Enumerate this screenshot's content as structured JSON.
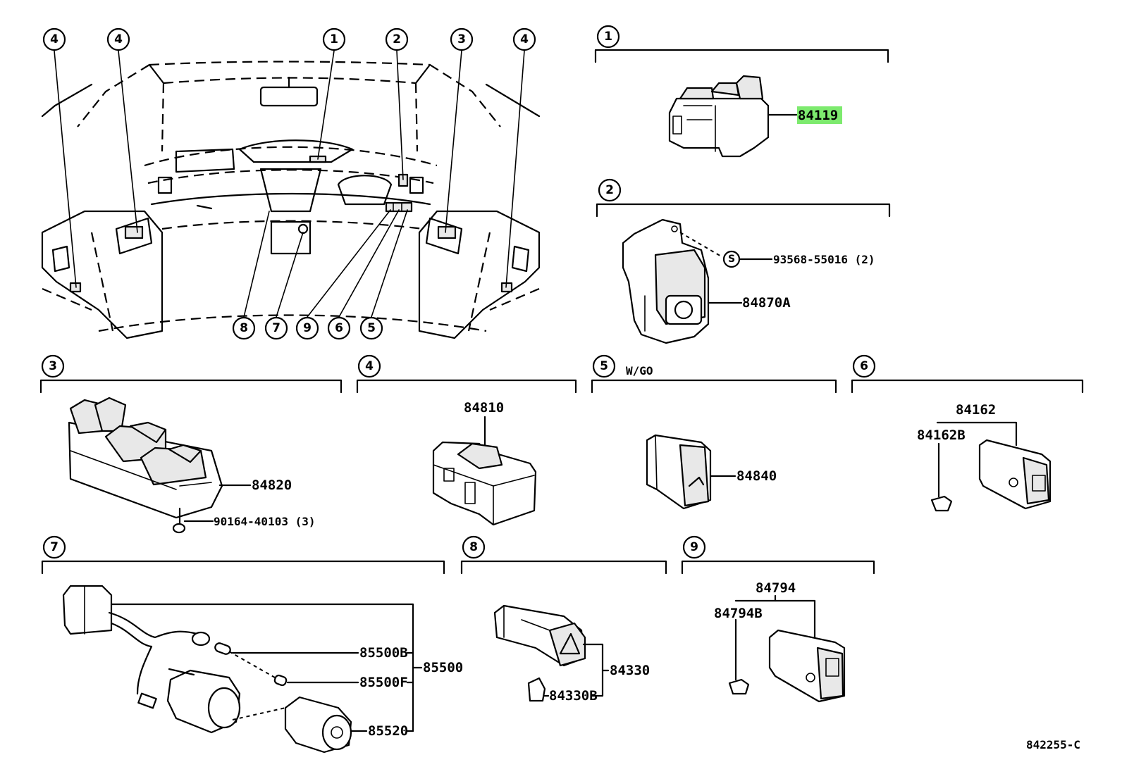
{
  "diagram": {
    "overview_callouts_top": [
      "4",
      "4",
      "1",
      "2",
      "3",
      "4"
    ],
    "overview_callouts_bottom": [
      "8",
      "7",
      "9",
      "6",
      "5"
    ],
    "sections": [
      {
        "id": "1",
        "parts": [
          "84119"
        ],
        "highlight": "84119"
      },
      {
        "id": "2",
        "parts": [
          "93568-55016 (2)",
          "84870A"
        ],
        "fastener_symbol": "S"
      },
      {
        "id": "3",
        "parts": [
          "84820",
          "90164-40103 (3)"
        ]
      },
      {
        "id": "4",
        "parts": [
          "84810"
        ]
      },
      {
        "id": "5",
        "note": "W/GO",
        "parts": [
          "84840"
        ]
      },
      {
        "id": "6",
        "parts": [
          "84162",
          "84162B"
        ]
      },
      {
        "id": "7",
        "parts": [
          "85500B",
          "85500",
          "85500F",
          "85520"
        ]
      },
      {
        "id": "8",
        "parts": [
          "84330",
          "84330B"
        ]
      },
      {
        "id": "9",
        "parts": [
          "84794",
          "84794B"
        ]
      }
    ],
    "figure_code": "842255-C",
    "highlight_color": "#7dea6e"
  }
}
